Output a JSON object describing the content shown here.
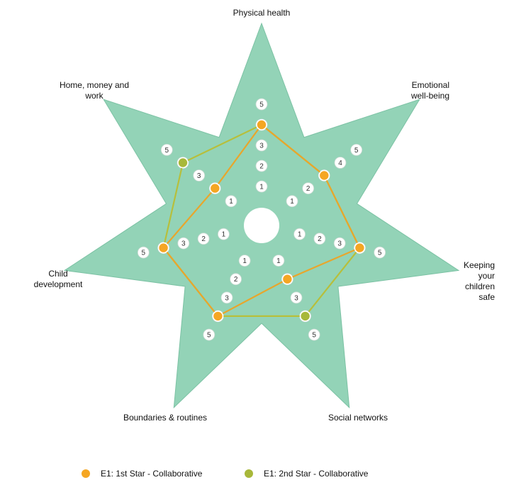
{
  "chart_data": {
    "type": "radar",
    "axes": [
      {
        "key": "physical",
        "label_lines": [
          "Physical health"
        ]
      },
      {
        "key": "emotional",
        "label_lines": [
          "Emotional",
          "well-being"
        ]
      },
      {
        "key": "keeping",
        "label_lines": [
          "Keeping",
          "your",
          "children",
          "safe"
        ]
      },
      {
        "key": "social",
        "label_lines": [
          "Social networks"
        ]
      },
      {
        "key": "boundaries",
        "label_lines": [
          "Boundaries & routines"
        ]
      },
      {
        "key": "child",
        "label_lines": [
          "Child",
          "development"
        ]
      },
      {
        "key": "home",
        "label_lines": [
          "Home, money and",
          "work"
        ]
      }
    ],
    "scale": {
      "min": 0,
      "max": 5,
      "ticks": [
        1,
        2,
        3,
        4,
        5
      ]
    },
    "series": [
      {
        "name": "E1: 1st Star - Collaborative",
        "color": "#F5A623",
        "values": [
          4,
          3,
          4,
          2,
          4,
          4,
          2
        ]
      },
      {
        "name": "E1: 2nd Star - Collaborative",
        "color": "#A8B83A",
        "values": [
          4,
          3,
          4,
          4,
          4,
          4,
          4
        ]
      }
    ],
    "colors": {
      "star_fill": "#93D3B7",
      "star_stroke": "#7CC2A4",
      "line": "#B7BF3B",
      "line_orange": "#E8A62C",
      "tick_fill": "#ffffff"
    }
  }
}
